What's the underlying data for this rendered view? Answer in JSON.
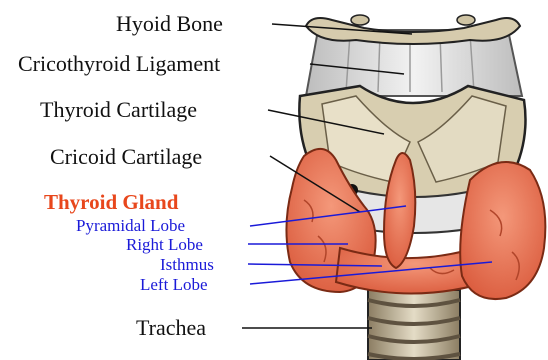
{
  "labels": {
    "hyoid_bone": "Hyoid Bone",
    "cricothyroid_ligament": "Cricothyroid Ligament",
    "thyroid_cartilage": "Thyroid Cartilage",
    "cricoid_cartilage": "Cricoid Cartilage",
    "thyroid_gland": "Thyroid Gland",
    "pyramidal_lobe": "Pyramidal Lobe",
    "right_lobe": "Right Lobe",
    "isthmus": "Isthmus",
    "left_lobe": "Left Lobe",
    "trachea": "Trachea"
  },
  "colors": {
    "label_black": "#111111",
    "label_blue": "#1a1ad8",
    "title_orange": "#e8471c",
    "gland": "#e9785a",
    "cartilage": "#d9cfb3",
    "ligament": "#e6e6e6"
  }
}
